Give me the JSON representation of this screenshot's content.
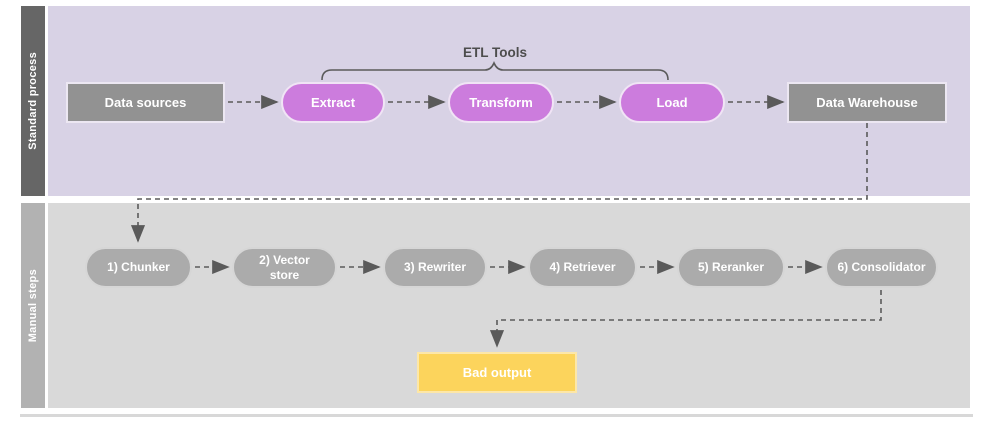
{
  "diagram": {
    "annotation": {
      "label": "ETL Tools"
    },
    "lanes": [
      {
        "label": "Standard process",
        "nodes": [
          {
            "id": "data-sources",
            "label": "Data sources"
          },
          {
            "id": "extract",
            "label": "Extract"
          },
          {
            "id": "transform",
            "label": "Transform"
          },
          {
            "id": "load",
            "label": "Load"
          },
          {
            "id": "data-warehouse",
            "label": "Data Warehouse"
          }
        ]
      },
      {
        "label": "Manual steps",
        "nodes": [
          {
            "id": "chunker",
            "label": "1) Chunker"
          },
          {
            "id": "vector-store",
            "label": "2) Vector store"
          },
          {
            "id": "rewriter",
            "label": "3) Rewriter"
          },
          {
            "id": "retriever",
            "label": "4) Retriever"
          },
          {
            "id": "reranker",
            "label": "5) Reranker"
          },
          {
            "id": "consolidator",
            "label": "6) Consolidator"
          },
          {
            "id": "bad-output",
            "label": "Bad output"
          }
        ]
      }
    ],
    "colors": {
      "standard_lane_bg": "#d8d2e5",
      "standard_lane_sidebar": "#666666",
      "manual_lane_bg": "#d9d9d9",
      "manual_lane_sidebar": "#b2b2b2",
      "etl_pill": "#cc7cdd",
      "gray_box": "#929292",
      "gray_pill": "#ababab",
      "bad_output_box": "#fcd45c",
      "connector": "#5a5a5a"
    }
  }
}
